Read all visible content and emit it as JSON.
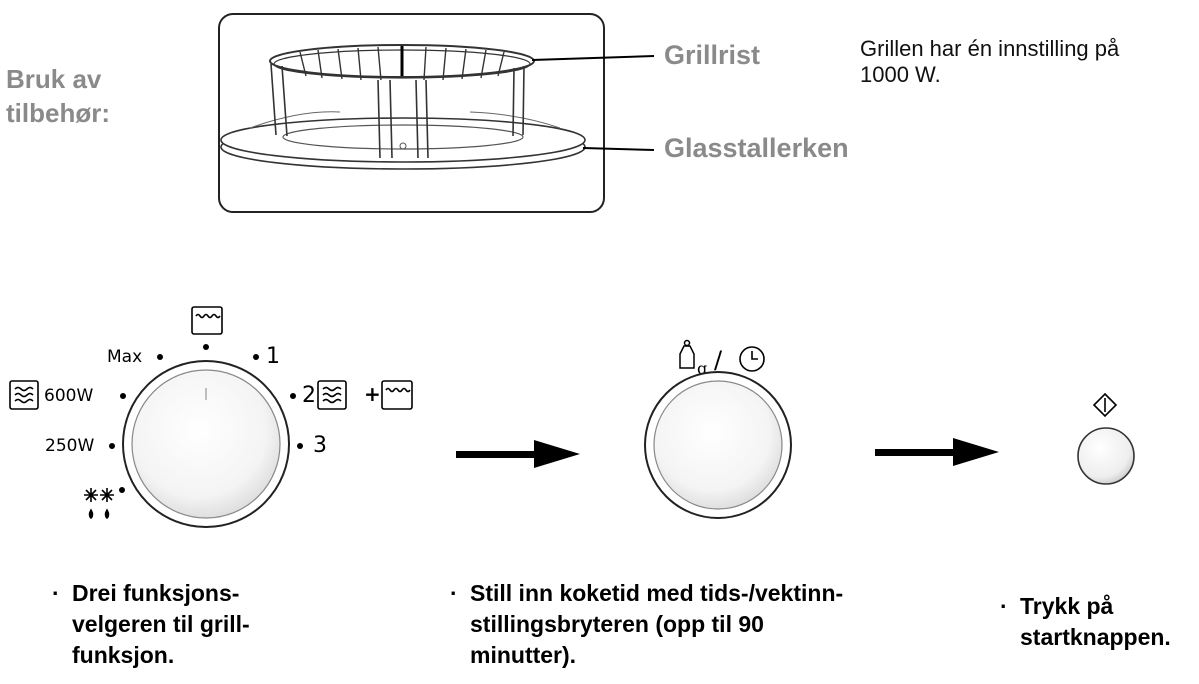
{
  "section_title": {
    "line1": "Bruk av",
    "line2": "tilbehør:"
  },
  "parts": {
    "grillrist": "Grillrist",
    "glasstallerken": "Glasstallerken"
  },
  "description": {
    "line1": "Grillen har én innstilling på",
    "line2": "1000 W."
  },
  "dial1": {
    "labels": {
      "max": "Max",
      "p600": "600W",
      "p250": "250W",
      "s1": "1",
      "s2": "2",
      "s3": "3"
    },
    "plus": "+"
  },
  "dial2": {
    "slash": "/"
  },
  "steps": [
    {
      "bullet": "·",
      "lines": [
        "Drei funksjons-",
        "velgeren til grill-",
        "funksjon."
      ]
    },
    {
      "bullet": "·",
      "lines": [
        "Still inn koketid med tids-/vektinn-",
        "stillingsbryteren (opp til 90",
        "minutter)."
      ]
    },
    {
      "bullet": "·",
      "lines": [
        "Trykk på",
        "startknappen."
      ]
    }
  ],
  "icons": {
    "microwave": "microwave-waves-icon",
    "grill": "grill-heater-icon",
    "defrost": "defrost-icon",
    "weight": "weight-icon",
    "clock": "clock-icon",
    "start": "start-diamond-icon"
  }
}
